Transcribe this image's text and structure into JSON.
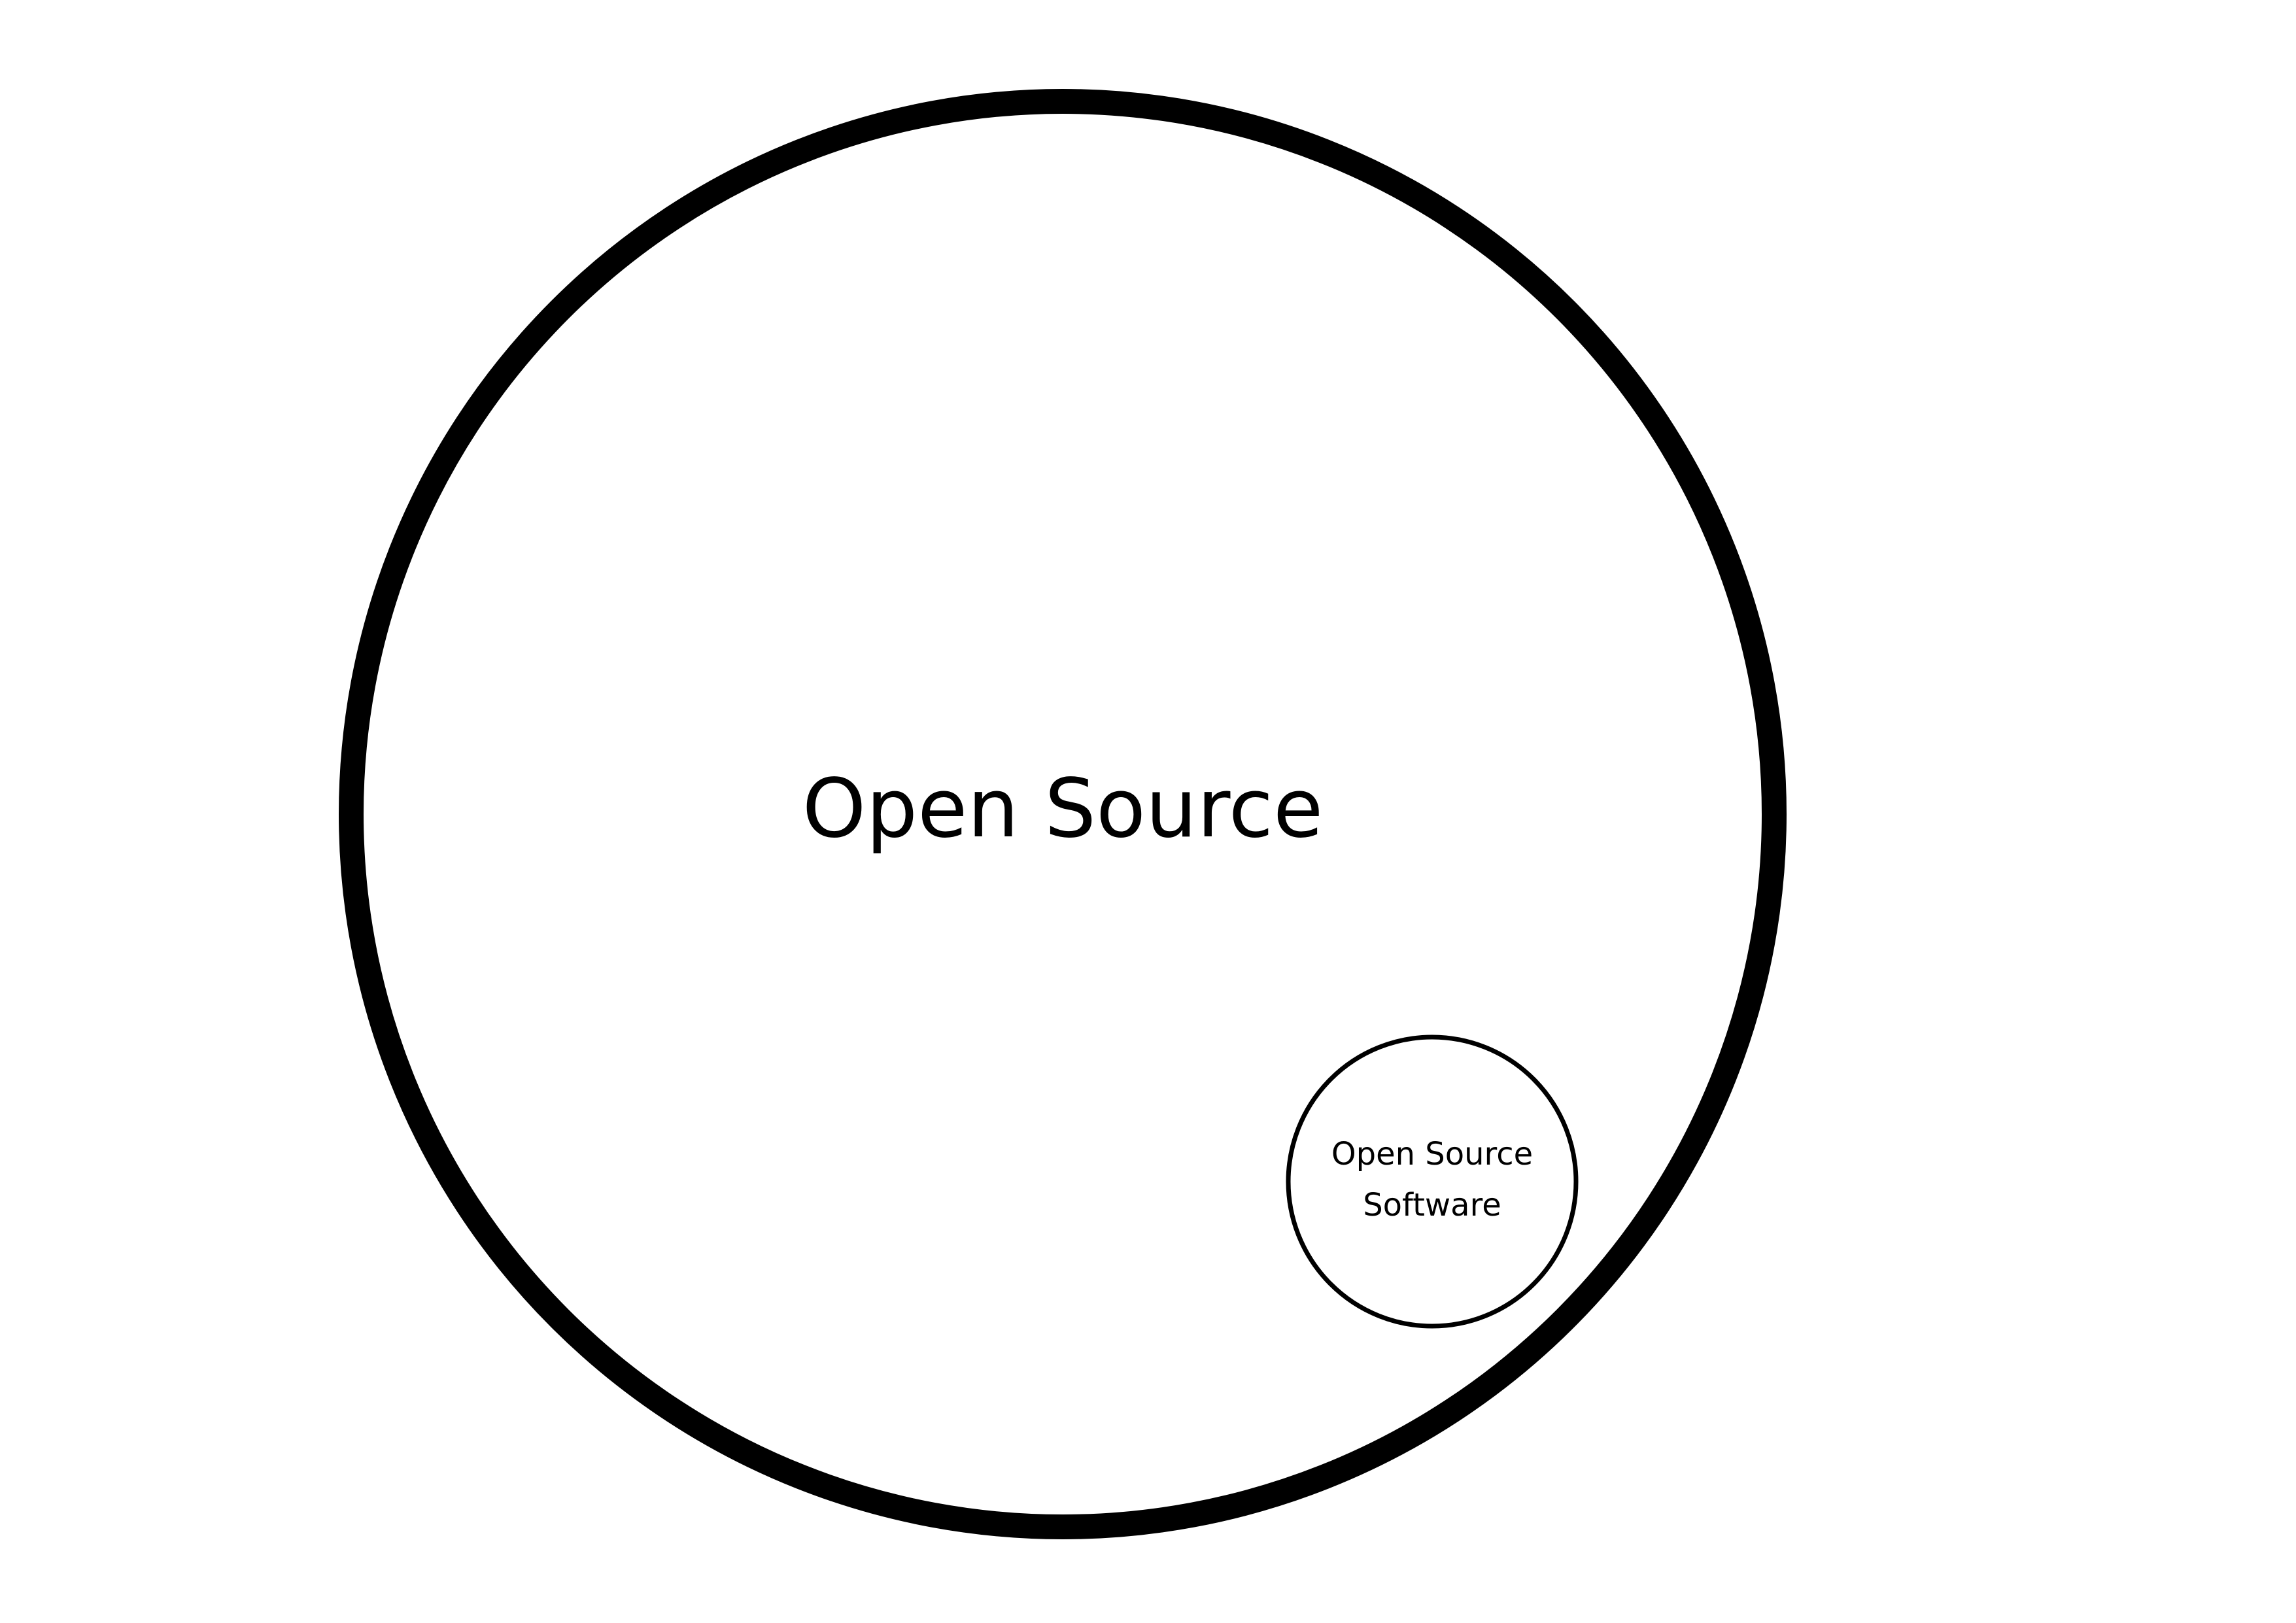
{
  "diagram": {
    "outer": {
      "label": "Open Source"
    },
    "inner": {
      "label_line1": "Open Source",
      "label_line2": "Software"
    }
  },
  "colors": {
    "stroke": "#000000",
    "text": "#000000",
    "background": "#ffffff"
  }
}
